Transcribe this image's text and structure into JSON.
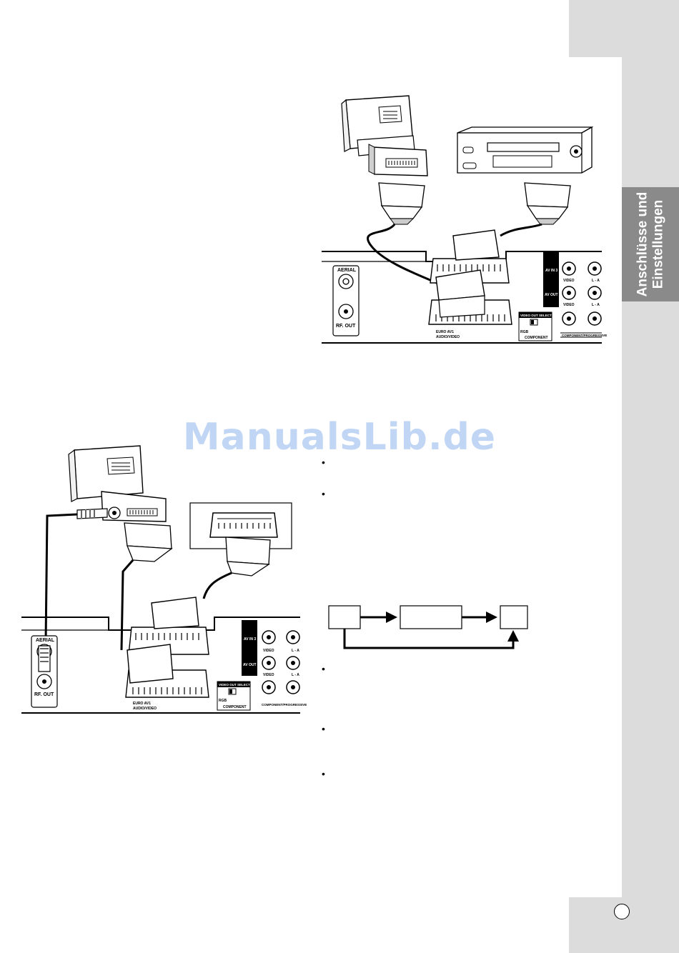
{
  "side_tab": {
    "line1": "Anschlüsse und",
    "line2": "Einstellungen"
  },
  "watermark": "ManualsLib.de",
  "panel_top": {
    "aerial": "AERIAL",
    "rf_out": "RF. OUT",
    "av_in3": "AV IN 3",
    "av_out2": "AV OUT 2",
    "video_1": "VIDEO",
    "video_2": "VIDEO",
    "l_a_1": "L - A",
    "l_a_2": "L - A",
    "euro_av1": "EURO AV1",
    "audio_video": "AUDIO/VIDEO",
    "video_out_select": "VIDEO OUT SELECT",
    "rgb": "RGB",
    "component": "COMPONENT",
    "component_progressive": "COMPONENT/PROGRESSIVE"
  },
  "panel_bottom": {
    "aerial": "AERIAL",
    "rf_out": "RF. OUT",
    "av_in3": "AV IN 3",
    "av_out2": "AV OUT 2",
    "video_1": "VIDEO",
    "video_2": "VIDEO",
    "l_a_1": "L - A",
    "l_a_2": "L - A",
    "euro_av1": "EURO AV1",
    "audio_video": "AUDIO/VIDEO",
    "video_out_select": "VIDEO OUT SELECT",
    "rgb": "RGB",
    "component": "COMPONENT",
    "component_progressive": "COMPONENT/PROGRESSIVE"
  }
}
